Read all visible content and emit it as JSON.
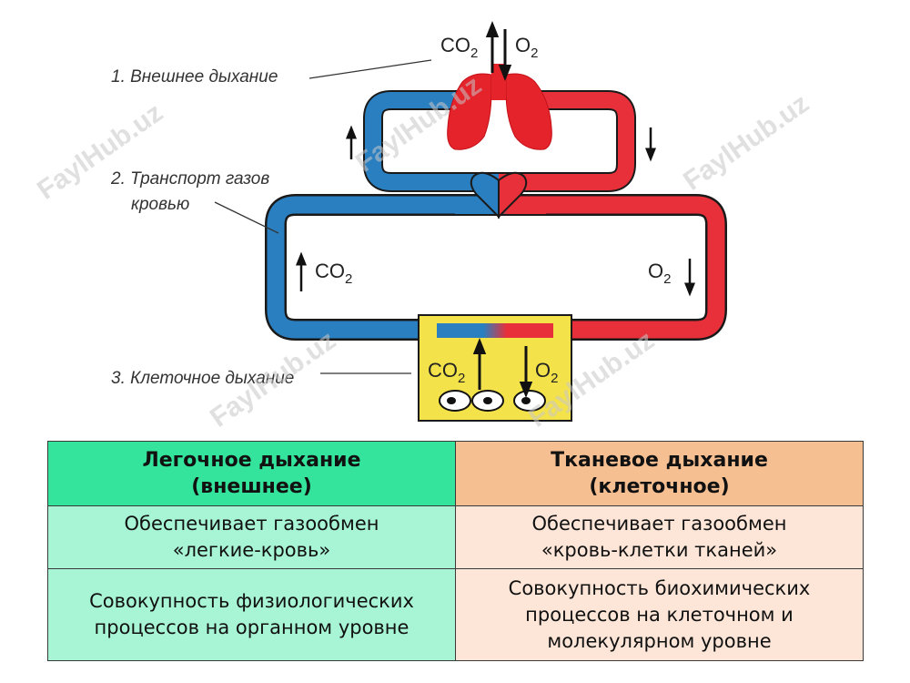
{
  "diagram": {
    "labels": {
      "external": "1. Внешнее дыхание",
      "transport_line1": "2. Транспорт газов",
      "transport_line2": "кровью",
      "cellular": "3. Клеточное дыхание"
    },
    "gases": {
      "co2": "CO",
      "o2": "O",
      "subscript": "2"
    },
    "watermark": "FaylHub.uz",
    "colors": {
      "venous": "#2a7fc0",
      "arterial": "#e8303a",
      "lungs": "#e4232b",
      "tissue": "#f3e24a"
    }
  },
  "table": {
    "headers": [
      [
        "Легочное дыхание",
        "(внешнее)"
      ],
      [
        "Тканевое дыхание",
        "(клеточное)"
      ]
    ],
    "rows": [
      [
        [
          "Обеспечивает газообмен",
          "«легкие-кровь»"
        ],
        [
          "Обеспечивает газообмен",
          "«кровь-клетки тканей»"
        ]
      ],
      [
        [
          "Совокупность физиологических",
          "процессов на органном уровне"
        ],
        [
          "Совокупность биохимических",
          "процессов на клеточном и",
          "молекулярном уровне"
        ]
      ]
    ],
    "colors": {
      "header_left": "#34e39c",
      "header_right": "#f6bf92",
      "cell_left": "#a8f5d6",
      "cell_right": "#fde6d8"
    }
  }
}
